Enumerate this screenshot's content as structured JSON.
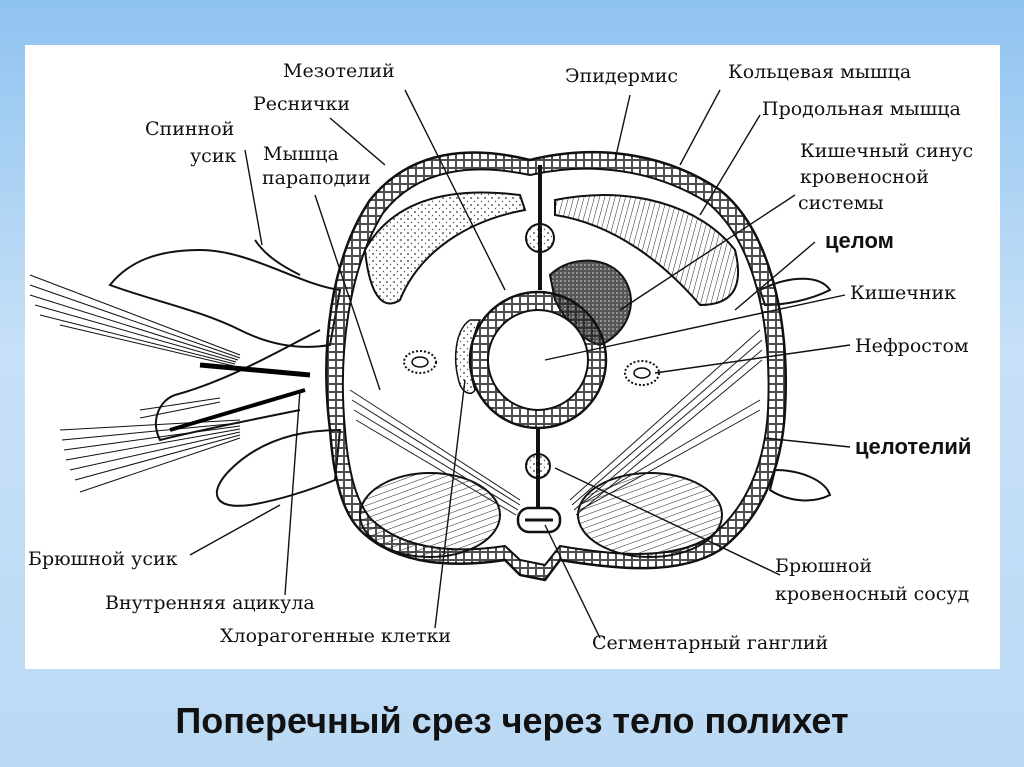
{
  "labels": {
    "mesothelium": "Мезотелий",
    "epidermis": "Эпидермис",
    "circular_muscle": "Кольцевая мышца",
    "cilia": "Реснички",
    "longitudinal_muscle": "Продольная мышца",
    "dorsal_cirrus_1": "Спинной",
    "dorsal_cirrus_2": "усик",
    "parapodium_muscle_1": "Мышца",
    "parapodium_muscle_2": "параподии",
    "gut_sinus_1": "Кишечный синус",
    "gut_sinus_2": "кровеносной",
    "gut_sinus_3": "системы",
    "coelom": "целом",
    "intestine": "Кишечник",
    "nephrostome": "Нефростом",
    "coelothelium": "целотелий",
    "ventral_cirrus": "Брюшной усик",
    "inner_acicula": "Внутренняя ацикула",
    "chloragogen_cells": "Хлорагогенные клетки",
    "ventral_vessel_1": "Брюшной",
    "ventral_vessel_2": "кровеносный сосуд",
    "segmental_ganglion": "Сегментарный ганглий"
  },
  "caption": "Поперечный срез через тело полихет"
}
